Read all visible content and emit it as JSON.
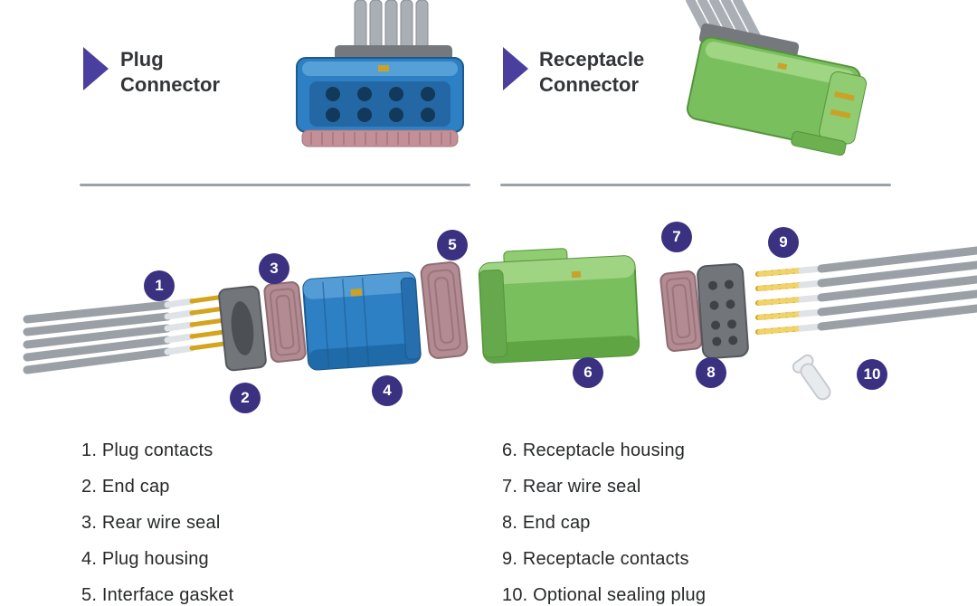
{
  "colors": {
    "accent_arrow": "#4a3f9e",
    "marker_badge": "#3a3181",
    "plug_blue": "#2e80c4",
    "receptacle_green": "#7abf5d",
    "seal_pink": "#b38c93",
    "end_cap_gray": "#72767b",
    "contact_gold": "#d4a41c",
    "wire_gray": "#9aa0a6",
    "divider_gray": "#9aa2a8"
  },
  "headers": {
    "plug": {
      "line1": "Plug",
      "line2": "Connector"
    },
    "receptacle": {
      "line1": "Receptacle",
      "line2": "Connector"
    }
  },
  "exploded": {
    "markers": [
      "1",
      "2",
      "3",
      "4",
      "5",
      "6",
      "7",
      "8",
      "9",
      "10"
    ]
  },
  "legend": {
    "left": [
      "1. Plug contacts",
      "2. End cap",
      "3. Rear wire seal",
      "4. Plug housing",
      "5. Interface gasket"
    ],
    "right": [
      "6. Receptacle housing",
      "7. Rear wire seal",
      "8. End cap",
      "9. Receptacle contacts",
      "10. Optional sealing plug"
    ]
  }
}
